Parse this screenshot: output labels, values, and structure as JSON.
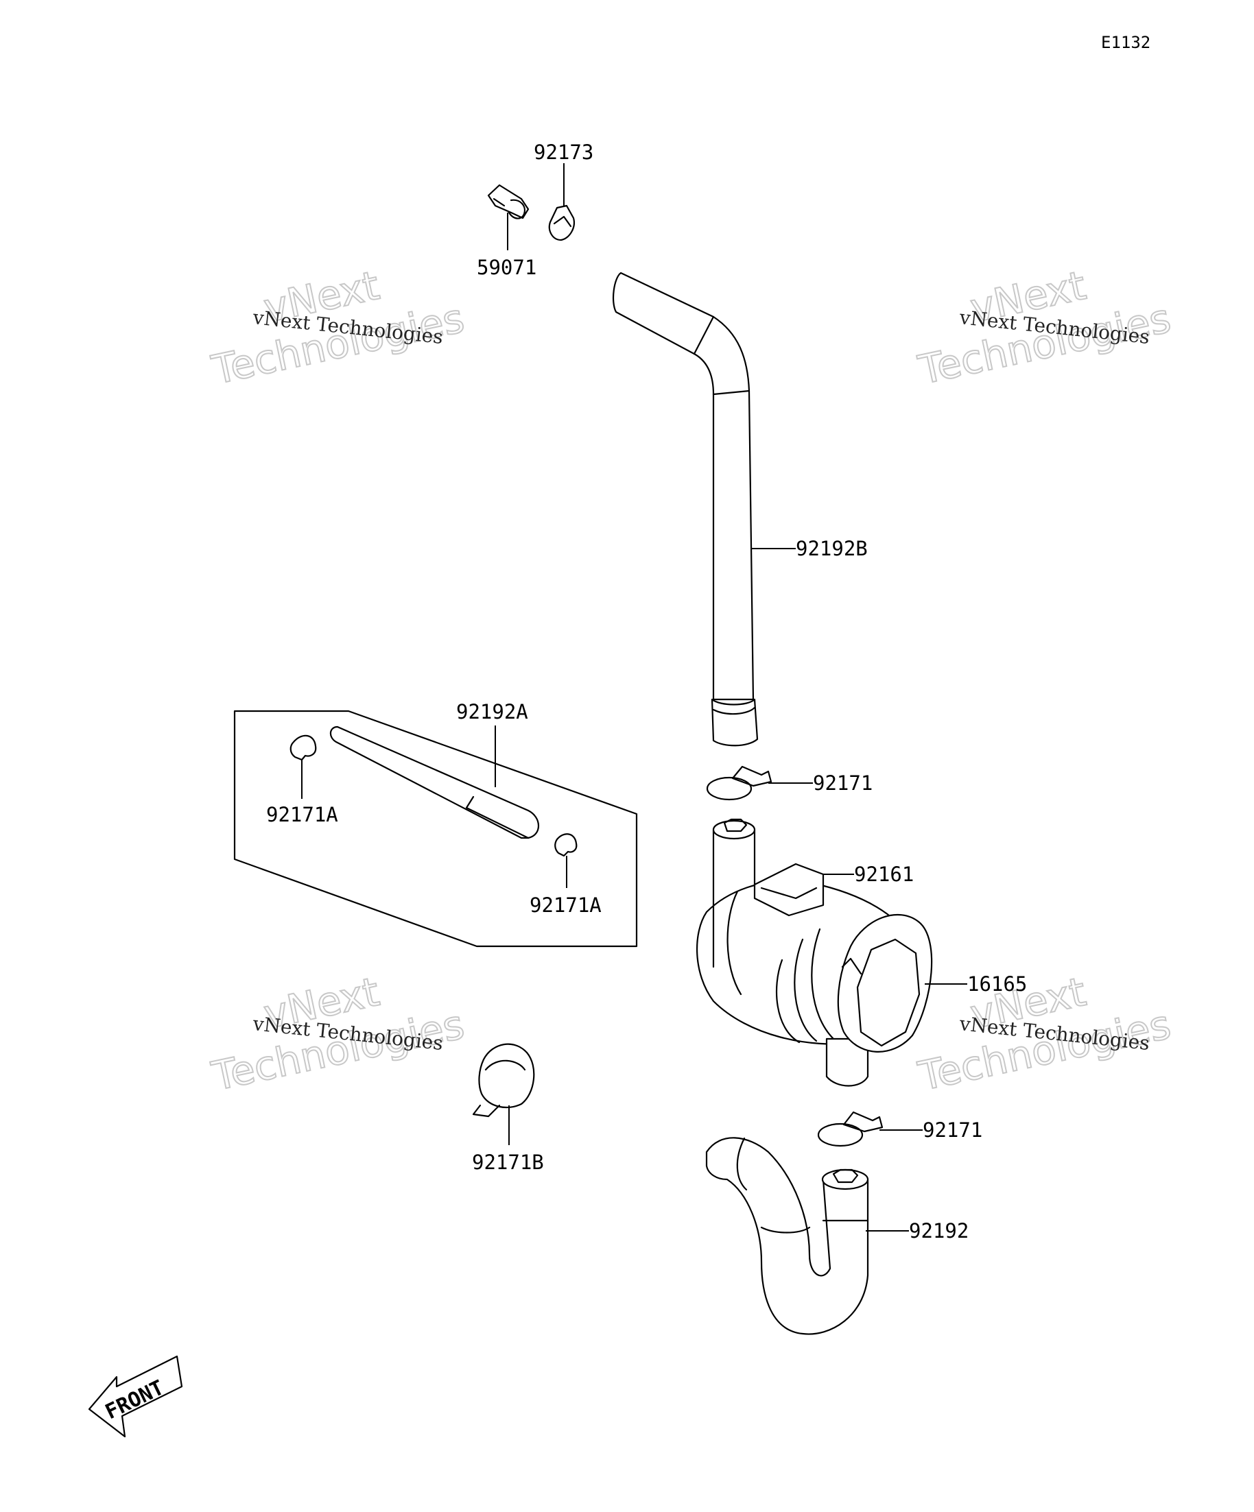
{
  "diagram": {
    "ref_code": "E1132",
    "callouts": {
      "p92173": "92173",
      "p59071": "59071",
      "p92192B": "92192B",
      "p92192A": "92192A",
      "p92171A_left": "92171A",
      "p92171A_right": "92171A",
      "p92171_upper": "92171",
      "p92161": "92161",
      "p16165": "16165",
      "p92171B": "92171B",
      "p92171_lower": "92171",
      "p92192": "92192"
    },
    "front_label": "FRONT",
    "watermark": {
      "line1": "vNext",
      "line2": "Technologies",
      "caption": "vNext Technologies"
    },
    "colors": {
      "line": "#000000",
      "watermark": "#c8c8c8",
      "background": "#ffffff"
    }
  }
}
